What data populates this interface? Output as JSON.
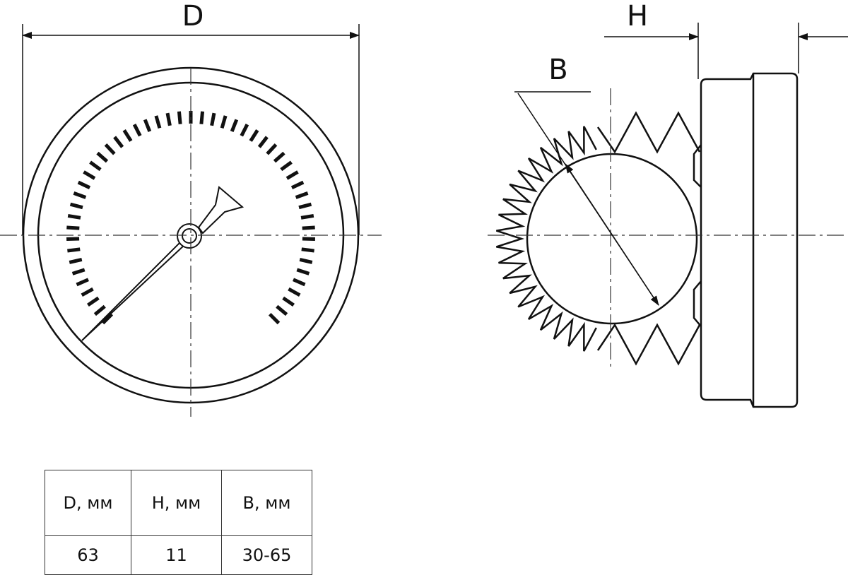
{
  "labels": {
    "d": "D",
    "h": "H",
    "b": "B"
  },
  "table": {
    "headers": [
      "D, мм",
      "H, мм",
      "B, мм"
    ],
    "values": [
      "63",
      "11",
      "30-65"
    ]
  },
  "colors": {
    "line": "#111111",
    "background": "#ffffff"
  }
}
